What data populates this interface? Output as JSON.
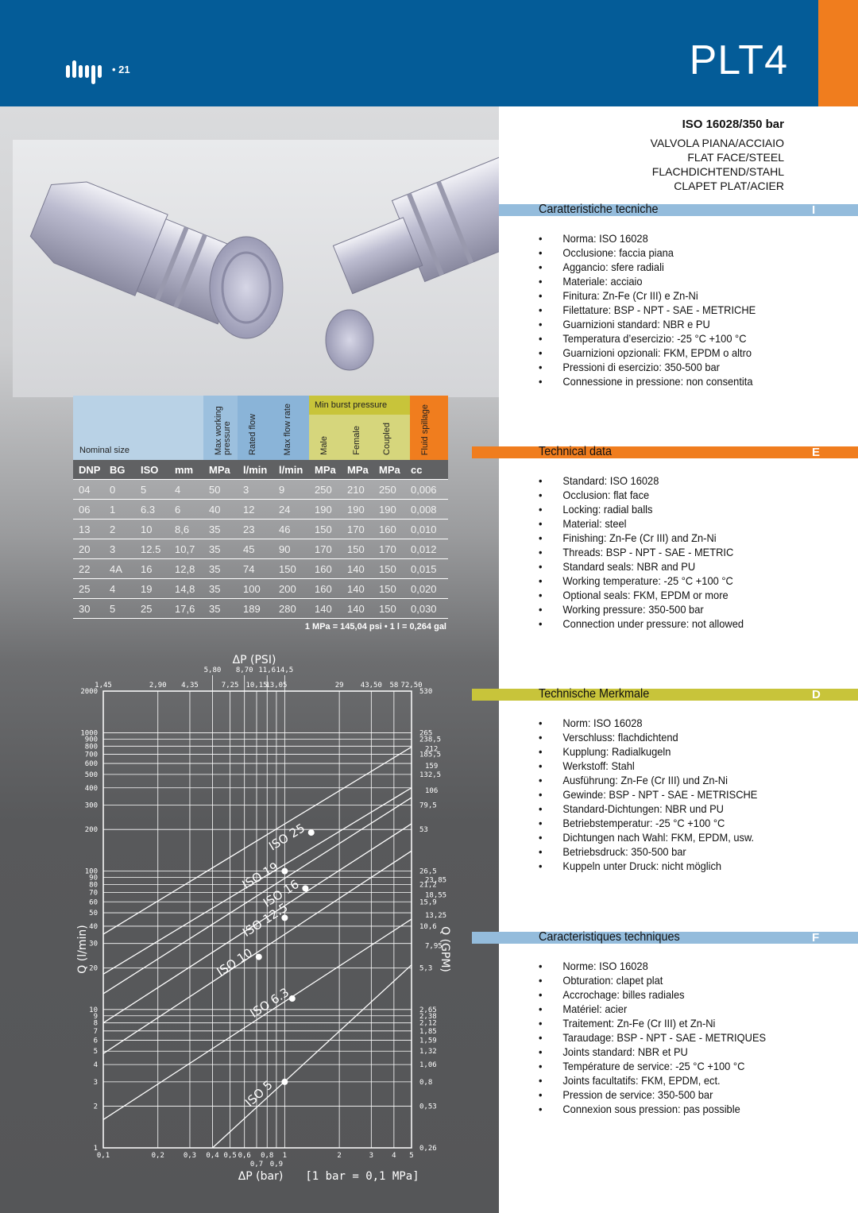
{
  "header": {
    "page_number": "• 21",
    "model": "PLT4",
    "logo_alt": "dnp logo"
  },
  "product": {
    "standard": "ISO 16028/350 bar",
    "types": [
      "VALVOLA PIANA/ACCIAIO",
      "FLAT FACE/STEEL",
      "FLACHDICHTEND/STAHL",
      "CLAPET PLAT/ACIER"
    ]
  },
  "sections": [
    {
      "title": "Caratteristiche tecniche",
      "letter": "I",
      "color": "#94bcdc",
      "items": [
        "Norma: ISO 16028",
        "Occlusione: faccia piana",
        "Aggancio: sfere radiali",
        "Materiale: acciaio",
        "Finitura: Zn-Fe (Cr III) e Zn-Ni",
        "Filettature: BSP - NPT - SAE - METRICHE",
        "Guarnizioni standard: NBR e PU",
        "Temperatura d’esercizio: -25 °C +100 °C",
        "Guarnizioni opzionali: FKM, EPDM o altro",
        "Pressioni di esercizio: 350-500 bar",
        "Connessione in pressione: non consentita"
      ]
    },
    {
      "title": "Technical data",
      "letter": "E",
      "color": "#f07d1e",
      "items": [
        "Standard: ISO 16028",
        "Occlusion: flat face",
        "Locking: radial balls",
        "Material: steel",
        "Finishing: Zn-Fe (Cr III) and  Zn-Ni",
        "Threads: BSP - NPT - SAE - METRIC",
        "Standard seals: NBR and PU",
        "Working temperature: -25 °C +100 °C",
        "Optional seals: FKM, EPDM or more",
        "Working pressure: 350-500 bar",
        "Connection under pressure: not allowed"
      ]
    },
    {
      "title": "Technische Merkmale",
      "letter": "D",
      "color": "#c8c43a",
      "items": [
        "Norm: ISO 16028",
        "Verschluss: flachdichtend",
        "Kupplung: Radialkugeln",
        "Werkstoff: Stahl",
        "Ausführung: Zn-Fe (Cr III) und  Zn-Ni",
        "Gewinde: BSP - NPT - SAE - METRISCHE",
        "Standard-Dichtungen: NBR und PU",
        "Betriebstemperatur: -25 °C +100 °C",
        "Dichtungen nach Wahl: FKM, EPDM, usw.",
        "Betriebsdruck: 350-500 bar",
        "Kuppeln unter Druck: nicht möglich"
      ]
    },
    {
      "title": "Caracteristiques techniques",
      "letter": "F",
      "color": "#94bcdc",
      "items": [
        "Norme: ISO 16028",
        "Obturation: clapet plat",
        "Accrochage: billes radiales",
        "Matériel: acier",
        "Traitement: Zn-Fe (Cr III) et Zn-Ni",
        "Taraudage: BSP - NPT - SAE - METRIQUES",
        "Joints standard: NBR et PU",
        "Température de service: -25 °C +100 °C",
        "Joints facultatifs: FKM, EPDM, ect.",
        "Pression de service: 350-500 bar",
        "Connexion sous pression: pas possible"
      ]
    }
  ],
  "table": {
    "nominal_size": "Nominal size",
    "max_working_pressure": "Max working pressure",
    "rated_flow": "Rated flow",
    "max_flow_rate": "Max flow rate",
    "min_burst": "Min burst pressure",
    "male": "Male",
    "female": "Female",
    "coupled": "Coupled",
    "fluid_spillage": "Fluid spillage",
    "units": [
      "DNP",
      "BG",
      "ISO",
      "mm",
      "MPa",
      "l/min",
      "l/min",
      "MPa",
      "MPa",
      "MPa",
      "cc"
    ],
    "rows": [
      [
        "04",
        "0",
        "5",
        "4",
        "50",
        "3",
        "9",
        "250",
        "210",
        "250",
        "0,006"
      ],
      [
        "06",
        "1",
        "6.3",
        "6",
        "40",
        "12",
        "24",
        "190",
        "190",
        "190",
        "0,008"
      ],
      [
        "13",
        "2",
        "10",
        "8,6",
        "35",
        "23",
        "46",
        "150",
        "170",
        "160",
        "0,010"
      ],
      [
        "20",
        "3",
        "12.5",
        "10,7",
        "35",
        "45",
        "90",
        "170",
        "150",
        "170",
        "0,012"
      ],
      [
        "22",
        "4A",
        "16",
        "12,8",
        "35",
        "74",
        "150",
        "160",
        "140",
        "150",
        "0,015"
      ],
      [
        "25",
        "4",
        "19",
        "14,8",
        "35",
        "100",
        "200",
        "160",
        "140",
        "150",
        "0,020"
      ],
      [
        "30",
        "5",
        "25",
        "17,6",
        "35",
        "189",
        "280",
        "140",
        "140",
        "150",
        "0,030"
      ]
    ],
    "conversion_note": "1 MPa = 145,04 psi • 1 l = 0,264 gal"
  },
  "chart_data": {
    "type": "line",
    "xscale": "log",
    "yscale": "log",
    "xlabel": "ΔP (bar)",
    "xlabel_top": "ΔP (PSI)",
    "ylabel": "Q (l/min)",
    "ylabel_right": "Q (GPM)",
    "note": "[1 bar = 0,1 MPa]",
    "xlim": [
      0.1,
      5
    ],
    "ylim": [
      1,
      2000
    ],
    "x_ticks": [
      "0,1",
      "0,2",
      "0,3",
      "0,4",
      "0,5",
      "0,6",
      "0,7",
      "0,8",
      "0,9",
      "1",
      "2",
      "3",
      "4",
      "5"
    ],
    "x_tick_values": [
      0.1,
      0.2,
      0.3,
      0.4,
      0.5,
      0.6,
      0.7,
      0.8,
      0.9,
      1,
      2,
      3,
      4,
      5
    ],
    "x_tick_labels_bottom": [
      "0,1",
      "0,2",
      "0,3",
      "0,4",
      "0,5",
      "0,6",
      "0,8",
      "1",
      "2",
      "3",
      "4",
      "5"
    ],
    "x_tick_labels_bottom_values": [
      0.1,
      0.2,
      0.3,
      0.4,
      0.5,
      0.6,
      0.8,
      1,
      2,
      3,
      4,
      5
    ],
    "x_tick_labels_lower": [
      "0,7",
      "0,9"
    ],
    "x_tick_labels_lower_values": [
      0.7,
      0.9
    ],
    "psi_ticks_row1": [
      "1,45",
      "2,90",
      "4,35",
      "7,25",
      "10,15",
      "13,05",
      "29",
      "43,50",
      "58",
      "72,50"
    ],
    "psi_ticks_row1_values": [
      0.1,
      0.2,
      0.3,
      0.5,
      0.7,
      0.9,
      2,
      3,
      4,
      5
    ],
    "psi_ticks_row2": [
      "5,80",
      "8,70",
      "11,6",
      "14,5"
    ],
    "psi_ticks_row2_values": [
      0.4,
      0.6,
      0.8,
      1
    ],
    "y_ticks": [
      "1",
      "2",
      "3",
      "4",
      "5",
      "6",
      "7",
      "8",
      "9",
      "10",
      "20",
      "30",
      "40",
      "50",
      "60",
      "70",
      "80",
      "90",
      "100",
      "200",
      "300",
      "400",
      "500",
      "600",
      "700",
      "800",
      "900",
      "1000",
      "2000"
    ],
    "y_tick_values": [
      1,
      2,
      3,
      4,
      5,
      6,
      7,
      8,
      9,
      10,
      20,
      30,
      40,
      50,
      60,
      70,
      80,
      90,
      100,
      200,
      300,
      400,
      500,
      600,
      700,
      800,
      900,
      1000,
      2000
    ],
    "gpm_ticks_left": [
      "0,26",
      "0,53",
      "0,8",
      "1,06",
      "1,32",
      "1,59",
      "1,85",
      "2,12",
      "2,38",
      "2,65",
      "5,3",
      "7,95",
      "10,6",
      "13,25",
      "15,9",
      "18,55",
      "21,2",
      "23,85",
      "26,5",
      "53",
      "79,5",
      "106",
      "132,5",
      "159",
      "185,5",
      "212",
      "238,5",
      "265",
      "530"
    ],
    "gpm_tick_values": [
      1,
      2,
      3,
      4,
      5,
      6,
      7,
      8,
      9,
      10,
      20,
      30,
      40,
      50,
      60,
      70,
      80,
      90,
      100,
      200,
      300,
      400,
      500,
      600,
      700,
      800,
      900,
      1000,
      2000
    ],
    "series": [
      {
        "name": "ISO 5",
        "x": [
          0.4,
          5
        ],
        "y": [
          1,
          21
        ],
        "marker": {
          "x": 1,
          "y": 3
        }
      },
      {
        "name": "ISO 6.3",
        "x": [
          0.1,
          5
        ],
        "y": [
          1.6,
          45
        ],
        "marker": {
          "x": 1.1,
          "y": 12
        }
      },
      {
        "name": "ISO 10",
        "x": [
          0.1,
          5
        ],
        "y": [
          4.8,
          140
        ],
        "marker": {
          "x": 0.72,
          "y": 24
        }
      },
      {
        "name": "ISO 12.5",
        "x": [
          0.1,
          5
        ],
        "y": [
          8,
          220
        ],
        "marker": {
          "x": 1,
          "y": 46
        }
      },
      {
        "name": "ISO 16",
        "x": [
          0.1,
          5
        ],
        "y": [
          13,
          340
        ],
        "marker": {
          "x": 1.3,
          "y": 75
        }
      },
      {
        "name": "ISO 19",
        "x": [
          0.1,
          5
        ],
        "y": [
          18,
          400
        ],
        "marker": {
          "x": 1,
          "y": 100
        }
      },
      {
        "name": "ISO 25",
        "x": [
          0.1,
          5
        ],
        "y": [
          35,
          790
        ],
        "marker": {
          "x": 1.4,
          "y": 190
        }
      }
    ]
  }
}
